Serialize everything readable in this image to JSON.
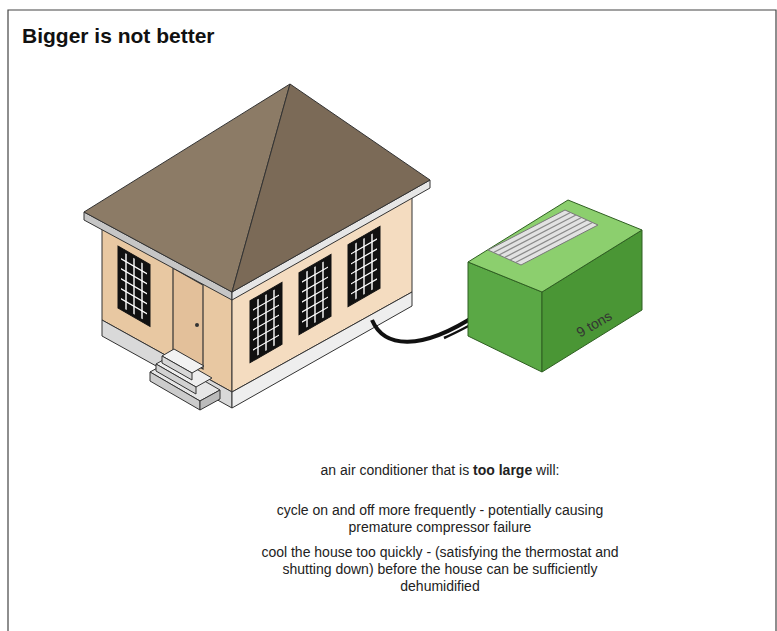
{
  "diagram": {
    "title": "Bigger is not better",
    "nodes": [
      {
        "text": [
          "9 tons"
        ]
      }
    ],
    "labels": [
      "an air conditioner that is",
      "too large",
      "will:",
      "cycle on and off more frequently - potentially causing premature compressor failure",
      "cool the house too quickly - (satisfying the thermostat and shutting down) before the house can be sufficiently dehumidified"
    ]
  }
}
